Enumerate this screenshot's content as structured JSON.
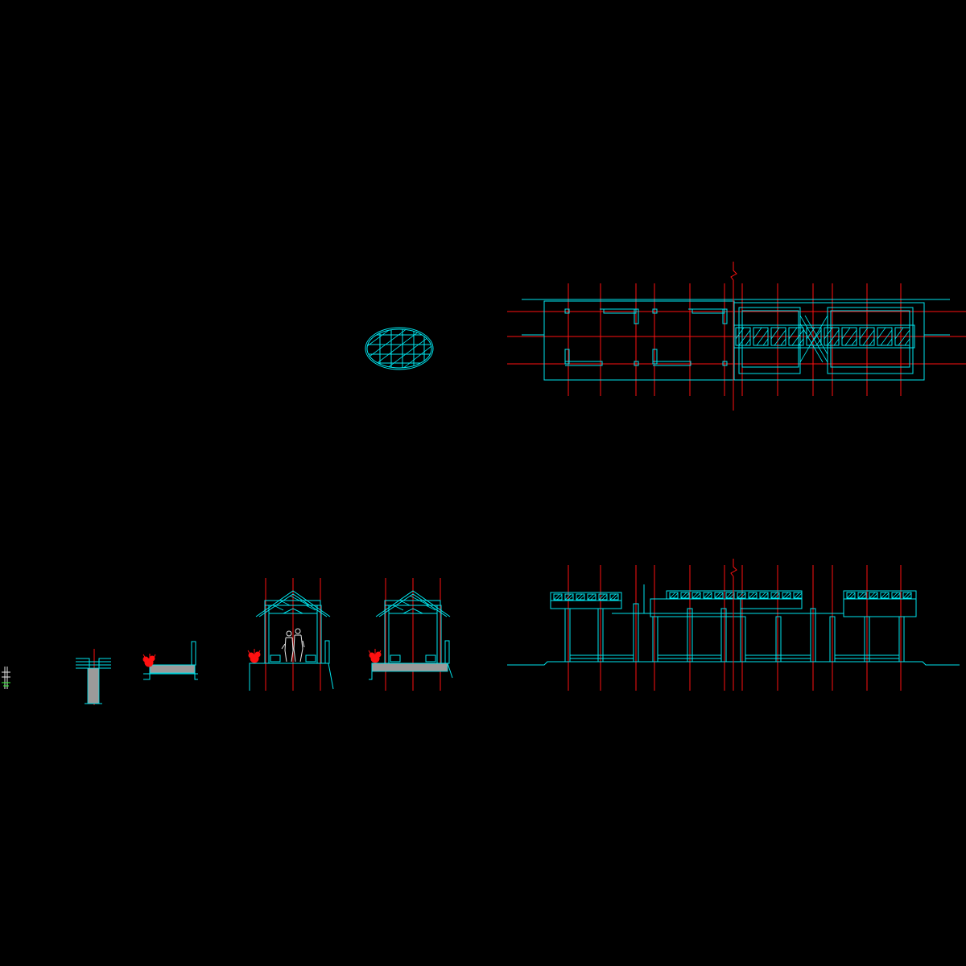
{
  "drawing": {
    "background": "#000000",
    "line_colors": {
      "outline": "#00e5ee",
      "axis": "#ff1010",
      "figure": "#e8e8e8",
      "symbol": "#30ff30",
      "section_fill": "#9a9a9a"
    },
    "views": [
      "legend-symbol",
      "footing-section",
      "bench-section",
      "shelter-section-with-figures",
      "shelter-section",
      "paving-ellipse",
      "corridor-plan",
      "corridor-elevation"
    ]
  }
}
